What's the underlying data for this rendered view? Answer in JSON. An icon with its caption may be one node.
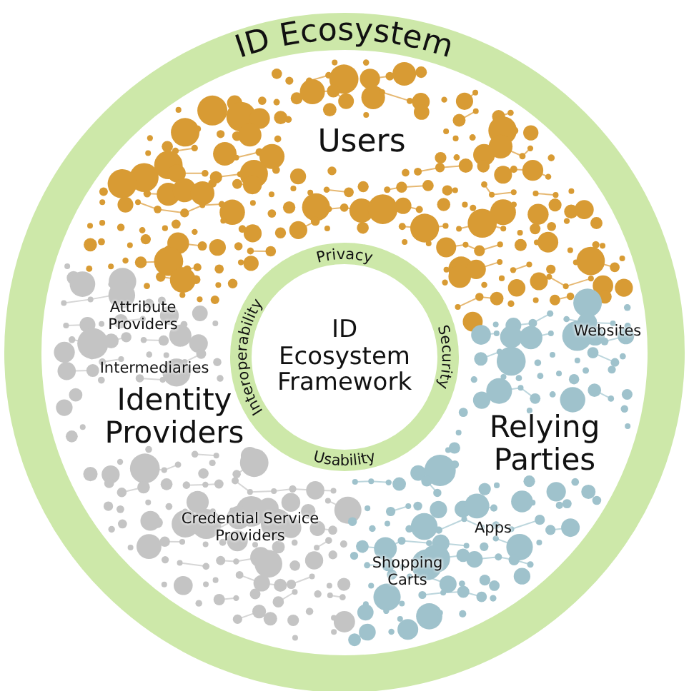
{
  "diagram": {
    "nodes": [
      {
        "text": [
          "ID Ecosystem"
        ]
      },
      {
        "text": [
          "ID Ecosystem Framework",
          "Privacy",
          "Security",
          "Usability",
          "Interoperability"
        ],
        "in": 0
      }
    ],
    "labels": [
      "Users",
      "Attribute Providers",
      "Intermediaries",
      "Identity Providers",
      "Credential Service Providers",
      "Websites",
      "Relying Parties",
      "Apps",
      "Shopping Carts"
    ]
  }
}
